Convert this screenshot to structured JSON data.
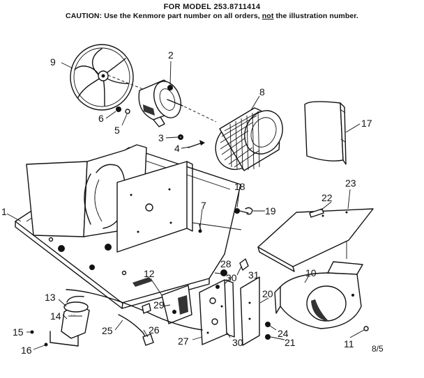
{
  "header": {
    "model_line": "FOR MODEL 253.8711414",
    "caution_prefix": "CAUTION: Use the Kenmore part number on all orders, ",
    "caution_not": "not",
    "caution_suffix": " the illustration number."
  },
  "page_ref": "8/5",
  "part_labels": {
    "p1": "1",
    "p2": "2",
    "p3": "3",
    "p4": "4",
    "p5": "5",
    "p6": "6",
    "p7": "7",
    "p8": "8",
    "p9": "9",
    "p10": "10",
    "p11": "11",
    "p12": "12",
    "p13": "13",
    "p14": "14",
    "p15": "15",
    "p16": "16",
    "p17": "17",
    "p18": "18",
    "p19": "19",
    "p20": "20",
    "p21": "21",
    "p22": "22",
    "p23": "23",
    "p24": "24",
    "p25": "25",
    "p26": "26",
    "p27": "27",
    "p28": "28",
    "p29": "29",
    "p30a": "30",
    "p30b": "30",
    "p31": "31"
  }
}
